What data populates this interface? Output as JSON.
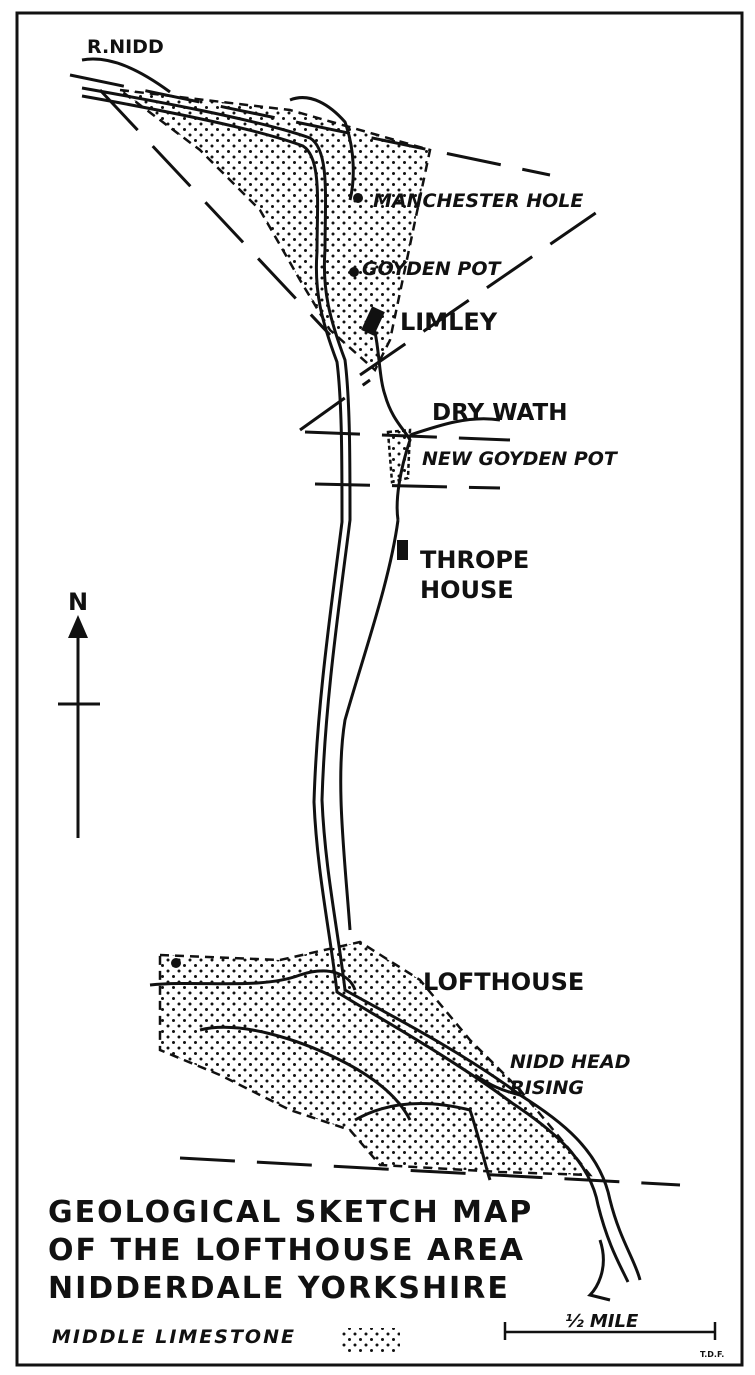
{
  "map": {
    "title_lines": [
      "GEOLOGICAL  SKETCH MAP",
      "OF  THE  LOFTHOUSE  AREA",
      "NIDDERDALE     YORKSHIRE"
    ],
    "labels": {
      "river": "R.NIDD",
      "manchester_hole": "MANCHESTER HOLE",
      "goyden_pot": "GOYDEN POT",
      "limley": "LIMLEY",
      "dry_wath": "DRY  WATH",
      "new_goyden_pot": "NEW GOYDEN POT",
      "thrope_line1": "THROPE",
      "thrope_line2": "HOUSE",
      "lofthouse": "LOFTHOUSE",
      "nidd_head_line1": "NIDD HEAD",
      "nidd_head_line2": "RISING"
    },
    "north_label": "N",
    "legend_label": "MIDDLE  LIMESTONE",
    "scale_label": "½ MILE",
    "credit": "T.D.F."
  },
  "colors": {
    "ink": "#111111",
    "paper": "#ffffff"
  }
}
